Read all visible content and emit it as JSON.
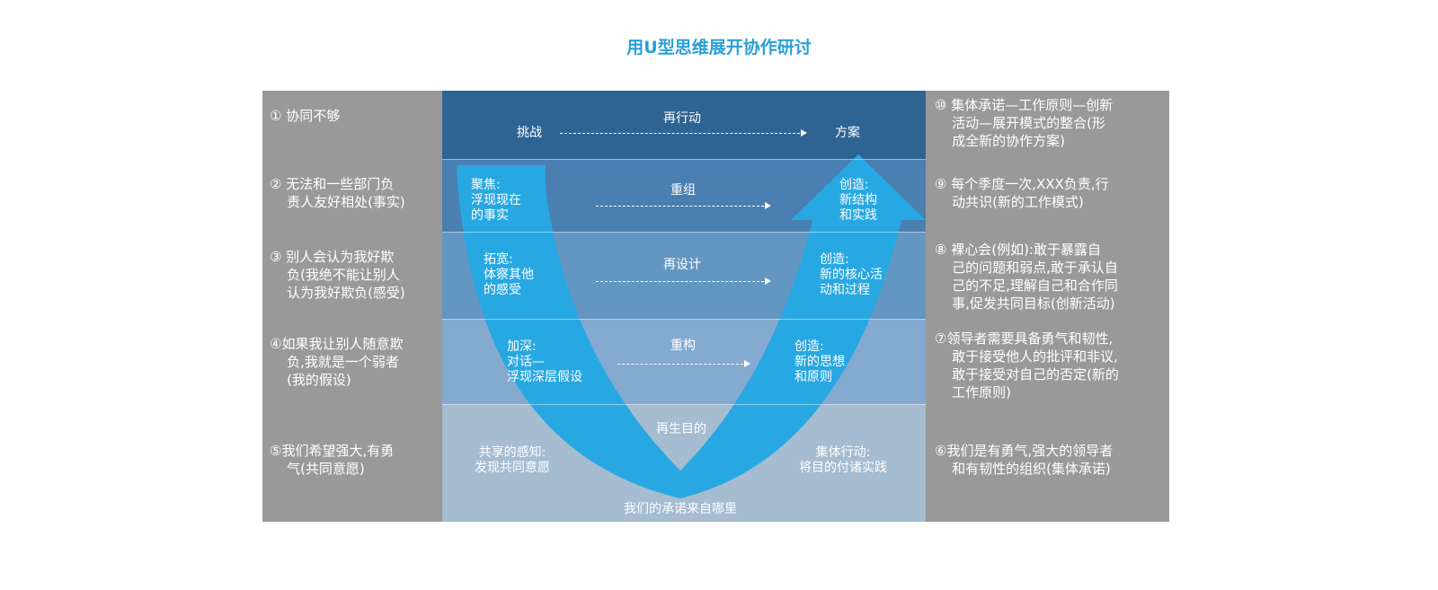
{
  "title": "用U型思维展开协作研讨",
  "left_cells": [
    "① 协同不够",
    "② 无法和一些部门负\n    责人友好相处(事实)",
    "③ 别人会认为我好欺\n    负(我绝不能让别人\n    认为我好欺负(感受)",
    "④如果我让别人随意欺\n    负,我就是一个弱者\n    (我的假设)",
    "⑤我们希望强大,有勇\n    气(共同意愿)"
  ],
  "right_cells": [
    "⑩ 集体承诺—工作原则—创新\n    活动—展开模式的整合(形\n    成全新的协作方案)",
    "⑨ 每个季度一次,XXX负责,行\n    动共识(新的工作模式)",
    "⑧ 裸心会(例如):敢于暴露自\n    己的问题和弱点,敢于承认自\n    己的不足,理解自己和合作同\n    事,促发共同目标(创新活动)",
    "⑦领导者需要具备勇气和韧性,\n    敢于接受他人的批评和非议,\n    敢于接受对自己的否定(新的\n    工作原则)",
    "⑥我们是有勇气,强大的领导者\n    和有韧性的组织(集体承诺)"
  ],
  "diagram": {
    "row1": {
      "left": "挑战",
      "mid": "再行动",
      "right": "方案"
    },
    "row2": {
      "left": "聚焦:\n浮现现在\n的事实",
      "mid": "重组",
      "right": "创造:\n新结构\n和实践"
    },
    "row3": {
      "left": "拓宽:\n体察其他\n的感受",
      "mid": "再设计",
      "right": "创造:\n新的核心活\n动和过程"
    },
    "row4": {
      "left": "加深:\n对话—\n浮现深层假设",
      "mid": "重构",
      "right": "创造:\n新的思想\n和原则"
    },
    "row5": {
      "center": "再生目的",
      "left": "共享的感知:\n发现共同意愿",
      "right": "集体行动:\n将目的付诸实践"
    },
    "bottom": "我们的承诺来自哪里"
  },
  "colors": {
    "title": "#2a9fd8",
    "gray": "#999999",
    "band1": "#2e6494",
    "band2": "#4a7fb2",
    "band3": "#6496c2",
    "band4": "#84aad0",
    "band5": "#a5bcd1",
    "u_shape": "#28a8e2"
  }
}
